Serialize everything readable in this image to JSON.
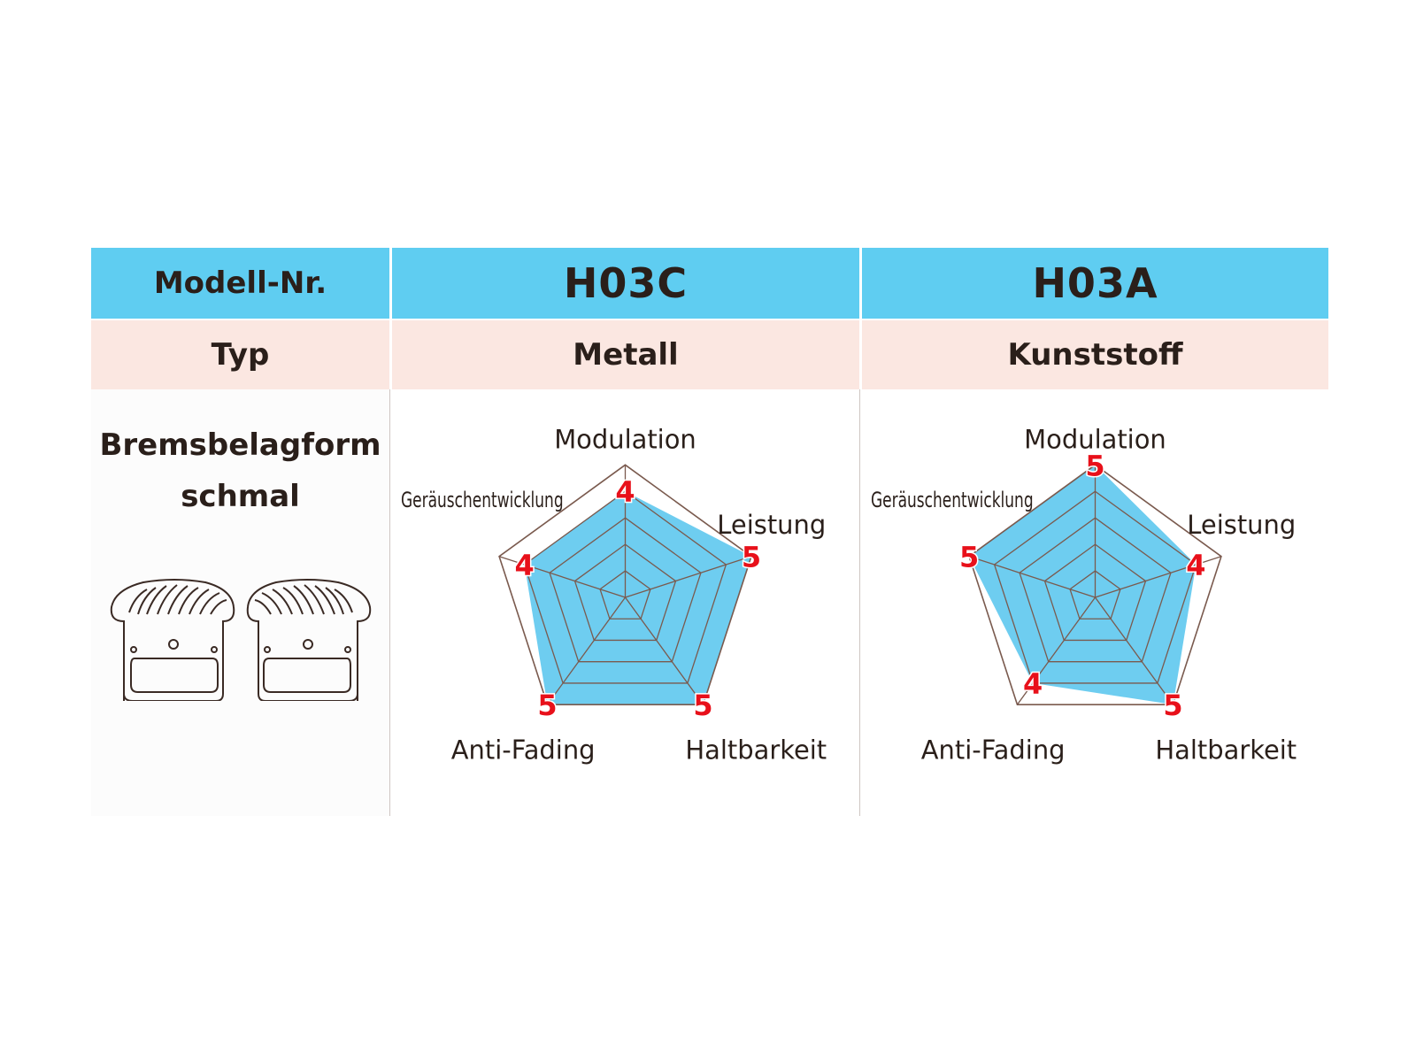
{
  "table": {
    "header": {
      "col1": "Modell-Nr.",
      "col2": "H03C",
      "col3": "H03A"
    },
    "type_row": {
      "col1": "Typ",
      "col2": "Metall",
      "col3": "Kunststoff"
    },
    "shape": {
      "line1": "Bremsbelagform",
      "line2": "schmal",
      "icon": "brake-pads-pair-icon"
    }
  },
  "colors": {
    "header_bg": "#5fcdf1",
    "type_bg": "#fbe7e1",
    "fill": "#6ecdf0",
    "value_label": "#e8101a",
    "grid": "#7a5a4e"
  },
  "chart_data": [
    {
      "type": "radar",
      "model": "H03C",
      "axes": [
        "Modulation",
        "Leistung",
        "Haltbarkeit",
        "Anti-Fading",
        "Geräuschentwicklung"
      ],
      "values": [
        4,
        5,
        5,
        5,
        4
      ],
      "value_labels": [
        "4",
        "5",
        "5",
        "5",
        "4"
      ],
      "range": [
        0,
        5
      ],
      "grid_levels": 5
    },
    {
      "type": "radar",
      "model": "H03A",
      "axes": [
        "Modulation",
        "Leistung",
        "Haltbarkeit",
        "Anti-Fading",
        "Geräuschentwicklung"
      ],
      "values": [
        5,
        4,
        5,
        4,
        5
      ],
      "value_labels": [
        "5",
        "4",
        "5",
        "4",
        "5"
      ],
      "range": [
        0,
        5
      ],
      "grid_levels": 5
    }
  ]
}
